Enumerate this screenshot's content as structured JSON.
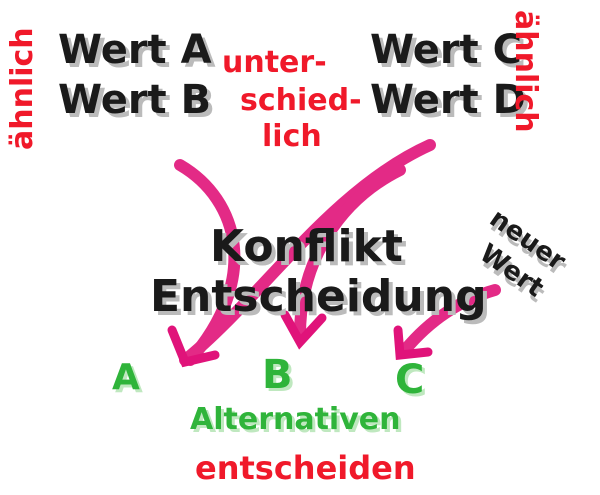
{
  "left_group": {
    "label": "ähnlich",
    "values": [
      "Wert A",
      "Wert B"
    ]
  },
  "middle_label": [
    "unter-",
    "schied-",
    "lich"
  ],
  "right_group": {
    "label": "ähnlich",
    "values": [
      "Wert C",
      "Wert D"
    ]
  },
  "center": [
    "Konflikt",
    "Entscheidung"
  ],
  "new_value": [
    "neuer",
    "Wert"
  ],
  "options": [
    "A",
    "B",
    "C"
  ],
  "footer": {
    "line1": "Alternativen",
    "line2": "entscheiden"
  },
  "colors": {
    "arrow": "#e0137a",
    "red": "#f0192a",
    "green": "#2fb43a",
    "black": "#1a1a1a"
  }
}
